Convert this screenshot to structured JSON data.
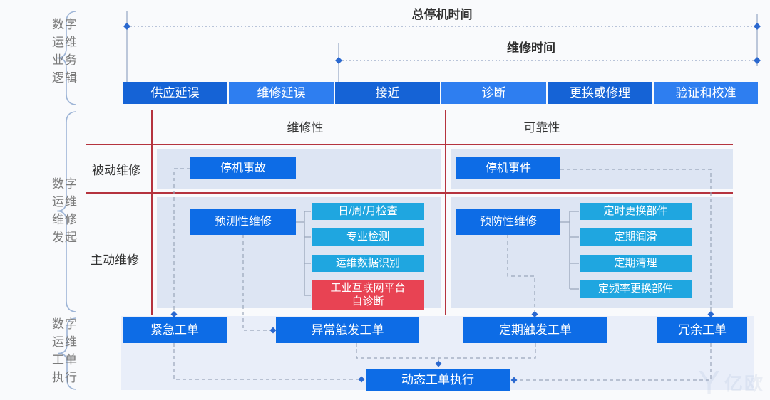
{
  "page": {
    "background": "#f9fafc",
    "watermark": "亿欧",
    "watermark_glyph": "Y"
  },
  "side_labels": {
    "business_logic": "数字\n运维\n业务\n逻辑",
    "repair_initiation": "数字\n运维\n维修\n发起",
    "work_order_execution": "数字\n运维\n工单\n执行"
  },
  "timeline": {
    "total_downtime": "总停机时间",
    "repair_time": "维修时间",
    "phases": [
      "供应延误",
      "维修延误",
      "接近",
      "诊断",
      "更换或修理",
      "验证和校准"
    ]
  },
  "grid": {
    "columns": {
      "maintainability": "维修性",
      "reliability": "可靠性"
    },
    "rows": {
      "passive": "被动维修",
      "active": "主动维修"
    },
    "passive_left_box": "停机事故",
    "passive_right_box": "停机事件",
    "active_left_box": "预测性维修",
    "active_right_box": "预防性维修",
    "predictive_items": [
      "日/周/月检查",
      "专业检测",
      "运维数据识别",
      "工业互联网平台\n自诊断"
    ],
    "preventive_items": [
      "定时更换部件",
      "定期润滑",
      "定期清理",
      "定频率更换部件"
    ]
  },
  "work_orders": {
    "urgent": "紧急工单",
    "abnormal_trigger": "异常触发工单",
    "periodic_trigger": "定期触发工单",
    "redundant": "冗余工单",
    "dynamic_execution": "动态工单执行"
  },
  "colors": {
    "phase_dark_blue": "#1563d6",
    "phase_light_blue": "#2e7ef0",
    "node_blue": "#0d6ce6",
    "sub_cyan": "#1fa6e0",
    "alert_red": "#e84353",
    "grid_line_red": "#b5333e",
    "panel_lavender": "#dde5f3",
    "bottom_panel": "#e9eef9",
    "connector_gray": "#9aa6ba",
    "diamond_blue": "#2a68cf"
  }
}
